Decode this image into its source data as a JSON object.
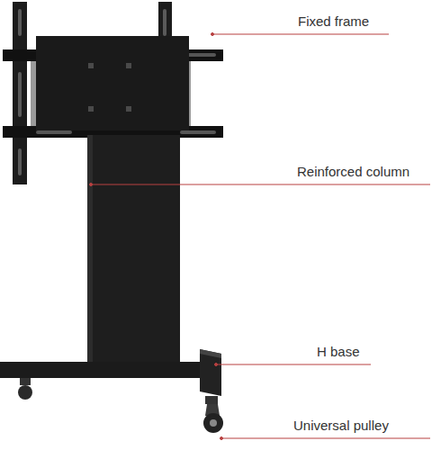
{
  "diagram": {
    "labels": [
      "Fixed frame",
      "Reinforced column",
      "H base",
      "Universal pulley"
    ]
  }
}
